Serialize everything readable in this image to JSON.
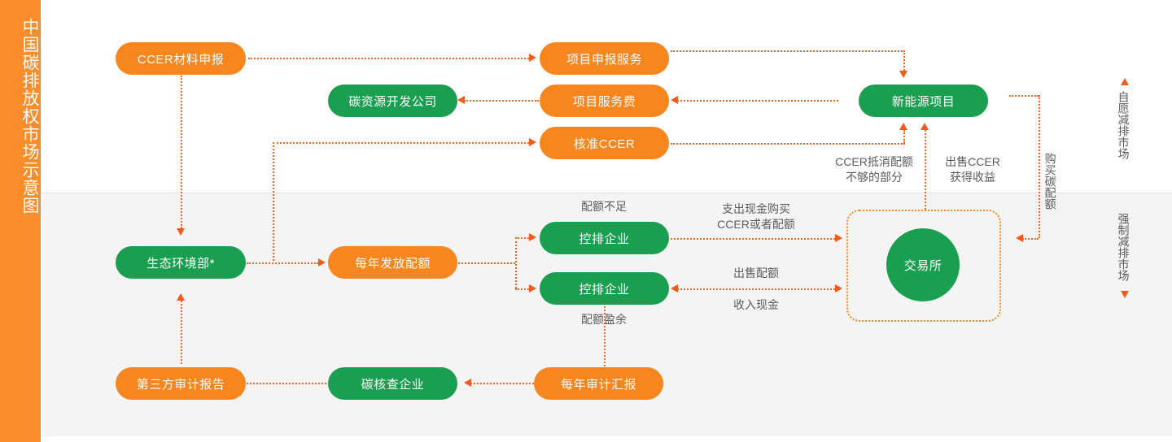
{
  "title": {
    "vertical_text": "中国碳排放权市场示意图"
  },
  "theme": {
    "orange": "#f7861f",
    "orange_bar": "#fb8c2a",
    "green": "#1a9e4f",
    "arrow": "#f4591e",
    "label_text": "#5b5b5b",
    "upper_bg": "#ffffff",
    "lower_bg": "#f4f4f4"
  },
  "nodes": {
    "ccer_material": "CCER材料申报",
    "project_declaration_service": "项目申报服务",
    "carbon_resource_company": "碳资源开发公司",
    "project_service_fee": "项目服务费",
    "approved_ccer": "核准CCER",
    "new_energy_project": "新能源项目",
    "ministry_of_ecology": "生态环境部*",
    "annual_quota_issue": "每年发放配额",
    "controlled_enterprise_1": "控排企业",
    "controlled_enterprise_2": "控排企业",
    "exchange": "交易所",
    "third_party_audit_report": "第三方审计报告",
    "carbon_verification_company": "碳核查企业",
    "annual_audit_report": "每年审计汇报"
  },
  "edge_labels": {
    "quota_shortage": "配额不足",
    "quota_surplus": "配额盈余",
    "ccer_offset_line1": "CCER抵消配额",
    "ccer_offset_line2": "不够的部分",
    "sell_ccer_line1": "出售CCER",
    "sell_ccer_line2": "获得收益",
    "pay_cash_line1": "支出现金购买",
    "pay_cash_line2": "CCER或者配额",
    "sell_quota": "出售配额",
    "receive_cash": "收入现金",
    "buy_carbon_quota": "购买碳配额"
  },
  "market_labels": {
    "voluntary": "自愿减排市场",
    "mandatory": "强制减排市场"
  }
}
